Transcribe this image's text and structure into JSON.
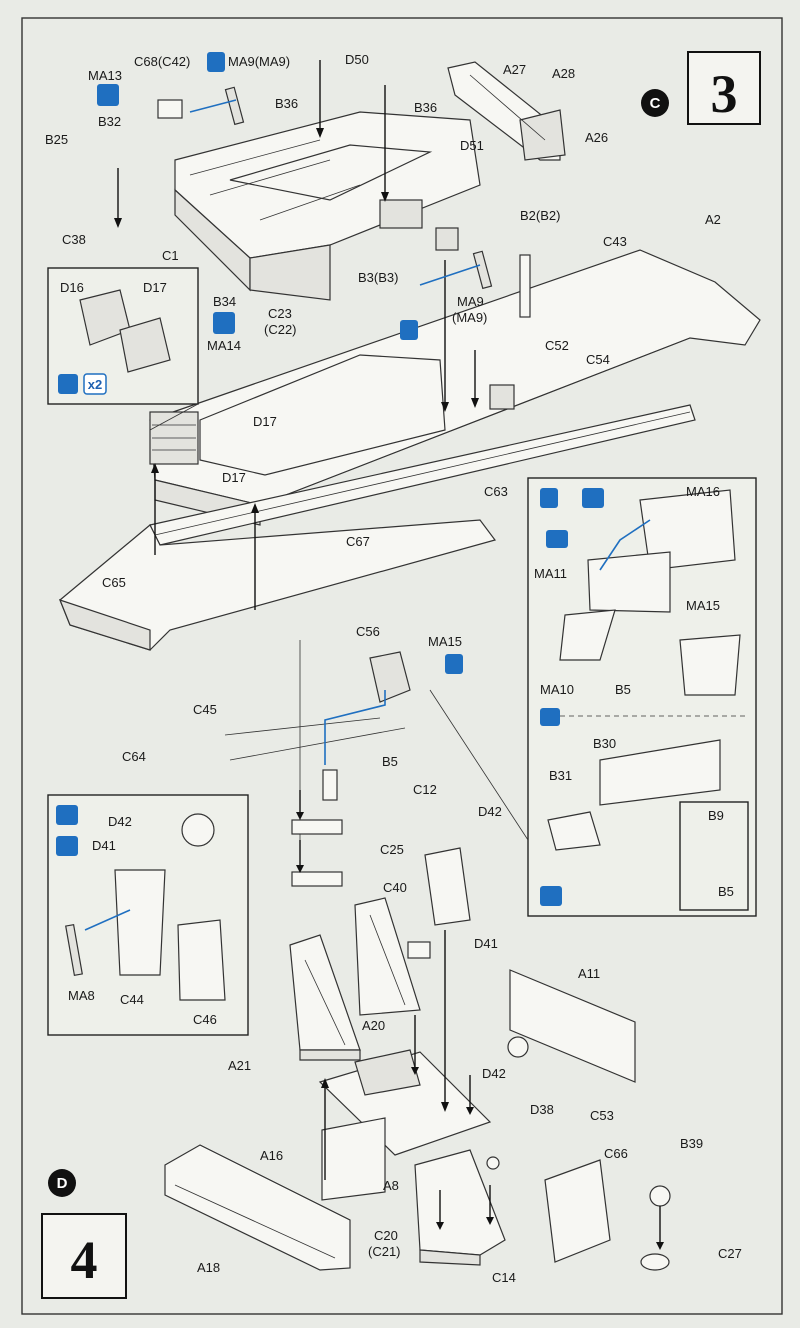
{
  "steps": {
    "step3": {
      "number": "3",
      "sub": "C"
    },
    "step4": {
      "number": "4",
      "sub": "D"
    }
  },
  "labels": {
    "MA13": "MA13",
    "C68": "C68(C42)",
    "MA9a": "MA9(MA9)",
    "D50": "D50",
    "A27": "A27",
    "A28": "A28",
    "B36a": "B36",
    "B36b": "B36",
    "B32": "B32",
    "B25": "B25",
    "A26": "A26",
    "D51": "D51",
    "C38": "C38",
    "B2": "B2(B2)",
    "A2": "A2",
    "C43": "C43",
    "C1": "C1",
    "B3": "B3(B3)",
    "B34": "B34",
    "MA14": "MA14",
    "C23": "C23",
    "C22": "(C22)",
    "MA9b": "MA9",
    "MA9c": "(MA9)",
    "D16": "D16",
    "D17a": "D17",
    "C52": "C52",
    "C54": "C54",
    "D17b": "D17",
    "D17c": "D17",
    "C63": "C63",
    "C67": "C67",
    "C65": "C65",
    "MA16": "MA16",
    "MA11": "MA11",
    "MA15a": "MA15",
    "MA10": "MA10",
    "B5a": "B5",
    "C56": "C56",
    "MA15b": "MA15",
    "C45": "C45",
    "C64": "C64",
    "B5b": "B5",
    "B30": "B30",
    "B31": "B31",
    "C12": "C12",
    "B9": "B9",
    "B5c": "B5",
    "D42a": "D42",
    "D41a": "D41",
    "C25": "C25",
    "D42b": "D42",
    "C40": "C40",
    "MA8": "MA8",
    "C44": "C44",
    "C46": "C46",
    "A11": "A11",
    "D41b": "D41",
    "A21": "A21",
    "A20": "A20",
    "D42c": "D42",
    "D38": "D38",
    "C53": "C53",
    "B39": "B39",
    "A16": "A16",
    "A8": "A8",
    "C66": "C66",
    "C20": "C20",
    "C21": "(C21)",
    "A18": "A18",
    "C14": "C14",
    "C27": "C27"
  },
  "badges": {
    "x2": "x2"
  },
  "colors": {
    "blue": "#1f6fc0",
    "paper": "#e9ebe6",
    "ink": "#1a1a1a"
  }
}
